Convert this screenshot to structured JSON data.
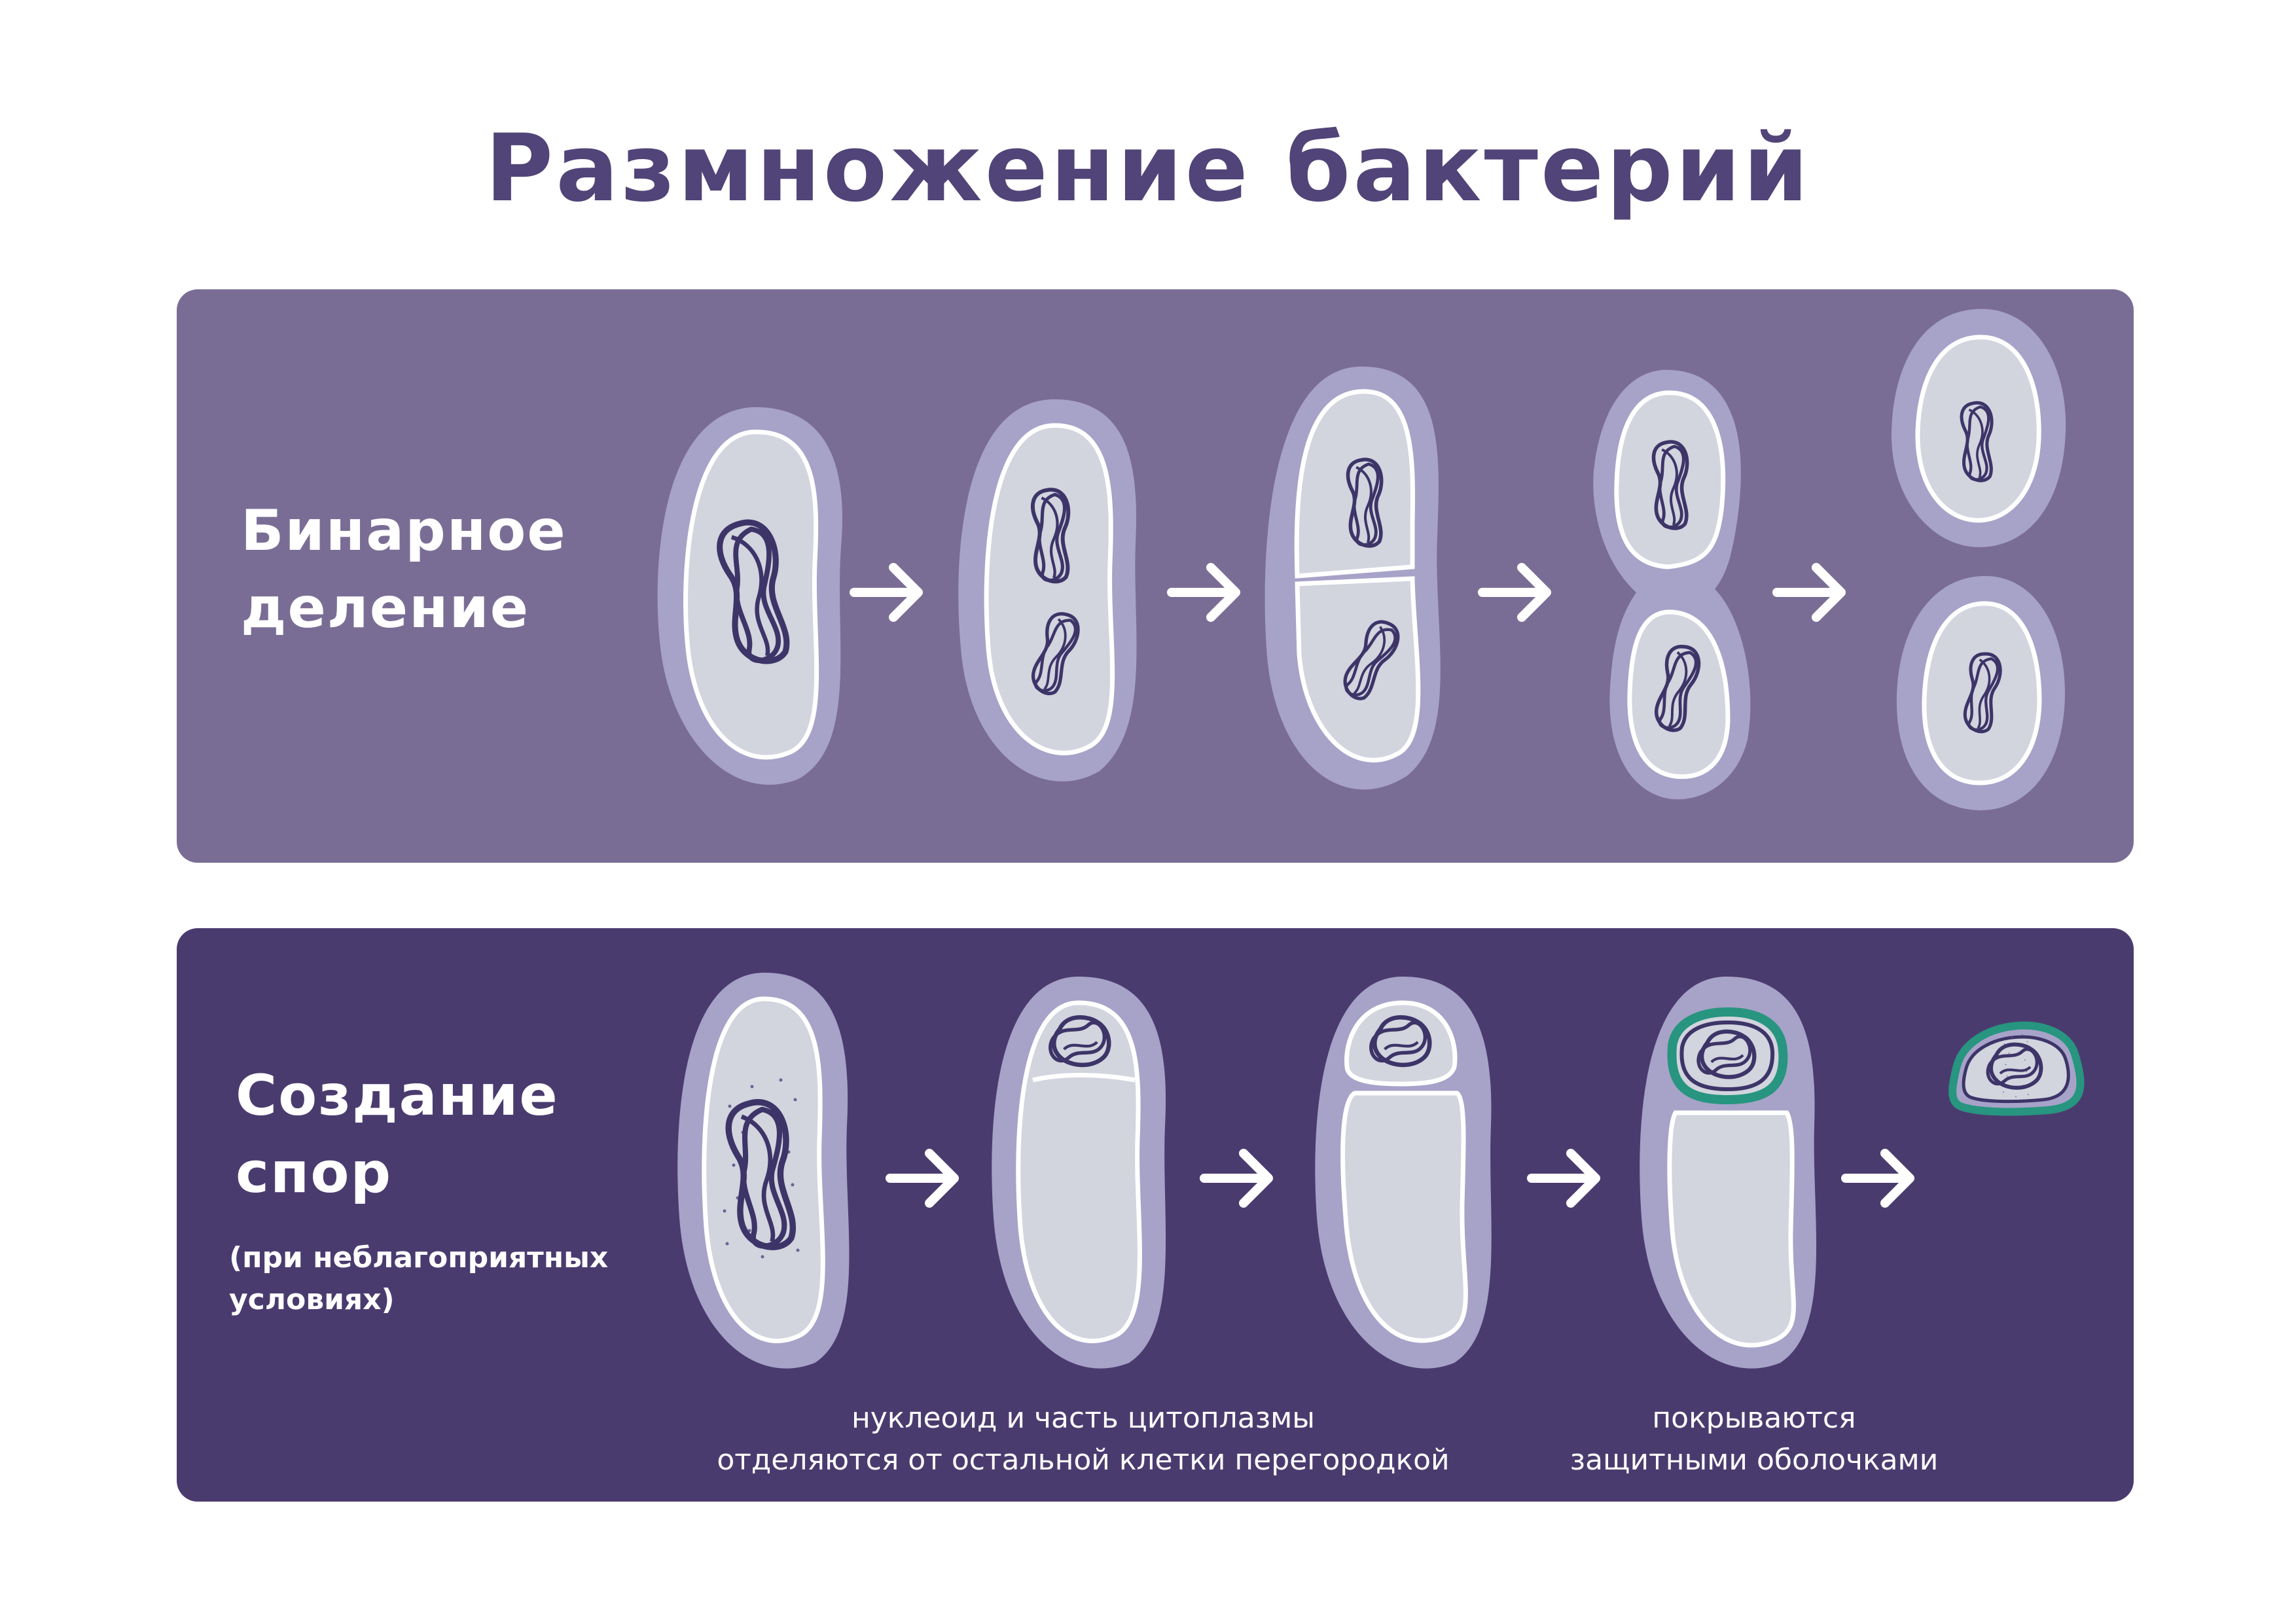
{
  "title": "Размножение бактерий",
  "colors": {
    "title": "#514478",
    "panel_binary": "#7a6d95",
    "panel_spore": "#4a3b6f",
    "cell_halo": "#a7a2c8",
    "cell_body": "#d2d4de",
    "cell_outline": "#7c7199",
    "nucleoid": "#3d3468",
    "spore_coat": "#27957f",
    "arrow": "#ffffff"
  },
  "binary": {
    "label_line1": "Бинарное",
    "label_line2": "деление"
  },
  "spores": {
    "label_line1": "Создание",
    "label_line2": "спор",
    "note_line1": "(при неблагоприятных",
    "note_line2": "условиях)",
    "caption1_line1": "нуклеоид и часть цитоплазмы",
    "caption1_line2": "отделяются от остальной клетки перегородкой",
    "caption2_line1": "покрываются",
    "caption2_line2": "защитными оболочками"
  },
  "icons": [
    "arrow-right-icon",
    "bacterium-cell",
    "nucleoid-coil",
    "spore-icon"
  ]
}
